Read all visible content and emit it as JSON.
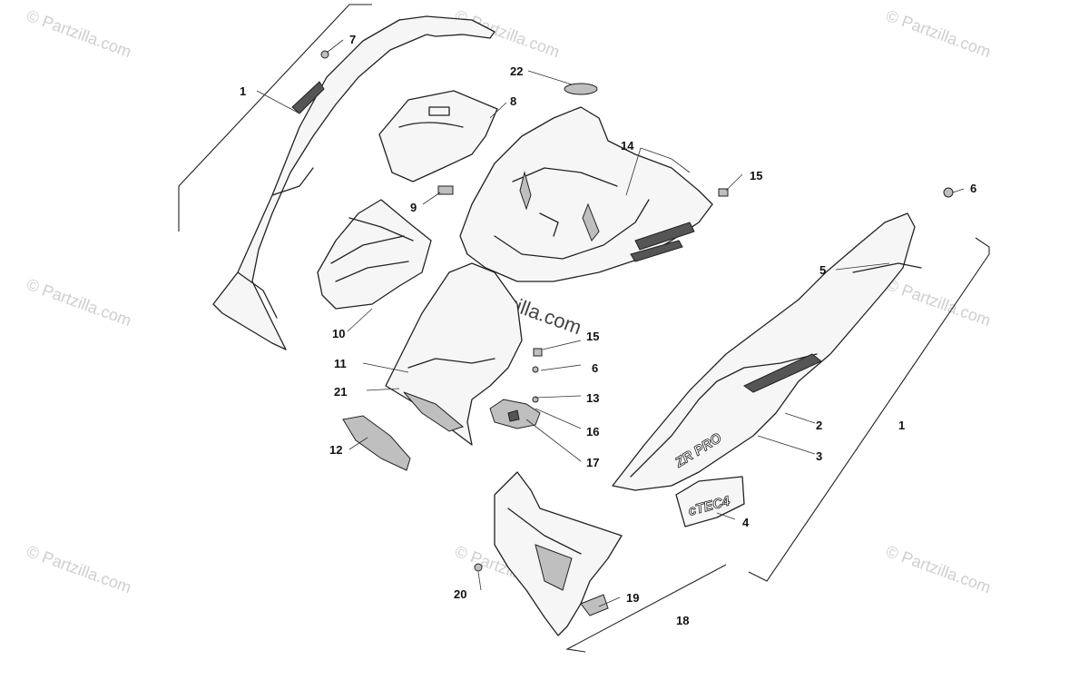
{
  "watermark": "© Partzilla.com",
  "watermark_center": "© Partzilla.com",
  "decals": {
    "side_logo": "ZR PRO",
    "tech_logo": "cTEC4"
  },
  "callouts": [
    "1",
    "7",
    "22",
    "8",
    "14",
    "15",
    "6",
    "9",
    "5",
    "10",
    "11",
    "15",
    "6",
    "21",
    "13",
    "16",
    "12",
    "17",
    "2",
    "3",
    "1",
    "4",
    "20",
    "19",
    "18"
  ]
}
